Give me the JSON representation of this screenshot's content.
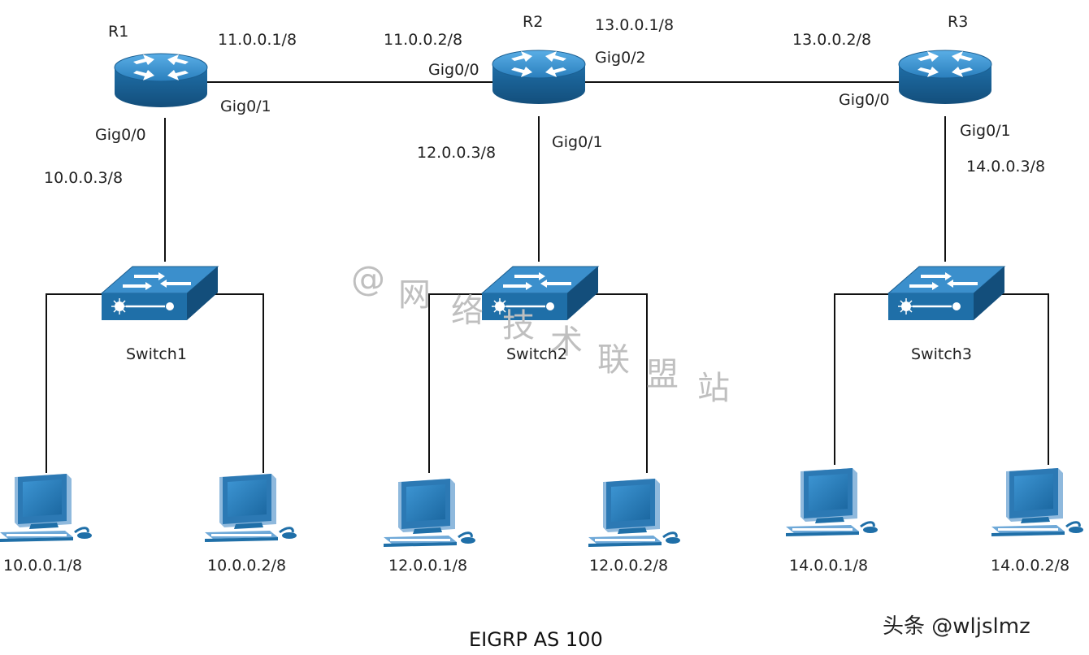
{
  "colors": {
    "device_blue": "#1f6fa8",
    "device_dark": "#14507e",
    "device_light": "#4fa0d8",
    "line": "#111111"
  },
  "routers": [
    {
      "id": "r1",
      "name": "R1"
    },
    {
      "id": "r2",
      "name": "R2"
    },
    {
      "id": "r3",
      "name": "R3"
    }
  ],
  "switches": [
    {
      "id": "sw1",
      "name": "Switch1"
    },
    {
      "id": "sw2",
      "name": "Switch2"
    },
    {
      "id": "sw3",
      "name": "Switch3"
    }
  ],
  "interfaces": {
    "r1_gig00": "Gig0/0",
    "r1_gig01": "Gig0/1",
    "r2_gig00": "Gig0/0",
    "r2_gig01": "Gig0/1",
    "r2_gig02": "Gig0/2",
    "r3_gig00": "Gig0/0",
    "r3_gig01": "Gig0/1"
  },
  "addresses": {
    "r1_gig01": "11.0.0.1/8",
    "r1_gig00": "10.0.0.3/8",
    "r2_gig00": "11.0.0.2/8",
    "r2_gig02": "13.0.0.1/8",
    "r2_gig01": "12.0.0.3/8",
    "r3_gig00": "13.0.0.2/8",
    "r3_gig01": "14.0.0.3/8"
  },
  "hosts": [
    {
      "id": "pc1",
      "ip": "10.0.0.1/8"
    },
    {
      "id": "pc2",
      "ip": "10.0.0.2/8"
    },
    {
      "id": "pc3",
      "ip": "12.0.0.1/8"
    },
    {
      "id": "pc4",
      "ip": "12.0.0.2/8"
    },
    {
      "id": "pc5",
      "ip": "14.0.0.1/8"
    },
    {
      "id": "pc6",
      "ip": "14.0.0.2/8"
    }
  ],
  "caption": "EIGRP AS 100",
  "watermark": {
    "at": "@",
    "chars": [
      "网",
      "络",
      "技",
      "术",
      "联",
      "盟",
      "站"
    ]
  },
  "brand": "头条 @wljslmz"
}
